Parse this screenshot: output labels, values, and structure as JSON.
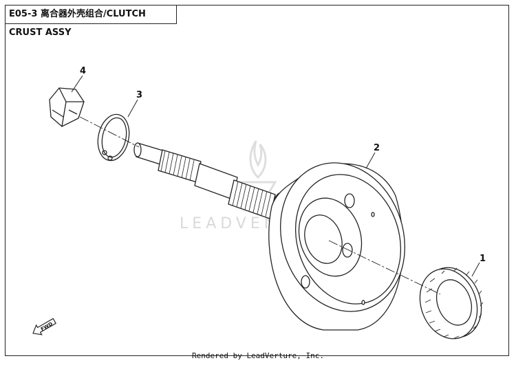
{
  "title": "E05-3 离合器外壳组合/CLUTCH CRUST ASSY",
  "watermark": "LEADVENTURE",
  "footer": "Rendered by LeadVerture, Inc.",
  "callouts": [
    "1",
    "2",
    "3",
    "4"
  ],
  "fwd_label": "FWD"
}
